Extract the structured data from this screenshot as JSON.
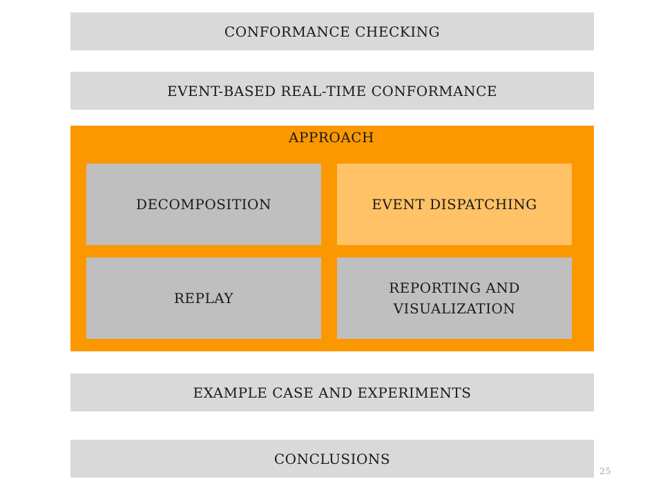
{
  "sections": {
    "s1": "CONFORMANCE CHECKING",
    "s2": "EVENT-BASED REAL-TIME CONFORMANCE",
    "s4": "EXAMPLE CASE AND EXPERIMENTS",
    "s5": "CONCLUSIONS"
  },
  "approach": {
    "title": "APPROACH",
    "cells": {
      "c1": "DECOMPOSITION",
      "c2": "EVENT DISPATCHING",
      "c3": "REPLAY",
      "c4_line1": "REPORTING AND",
      "c4_line2": "VISUALIZATION"
    }
  },
  "colors": {
    "band": "#d9d9d9",
    "approach_bg": "#fb9800",
    "cell_gray": "#bfbfbf",
    "cell_highlight": "#ffc266"
  },
  "page_number": "25"
}
